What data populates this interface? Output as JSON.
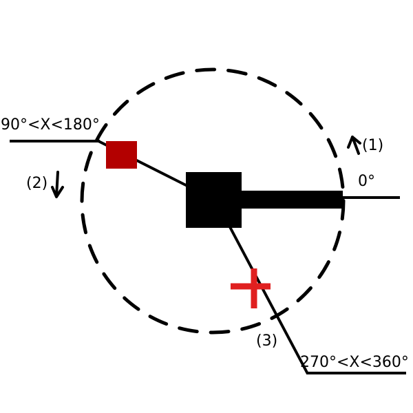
{
  "labels": {
    "zero_angle": "0°",
    "range_upper_left": "90°<X<180°",
    "range_lower_right": "270°<X<360°",
    "step_1": "(1)",
    "step_2": "(2)",
    "step_3": "(3)"
  },
  "colors": {
    "stroke": "#000000",
    "marker_square": "#b30000",
    "marker_plus": "#e02020",
    "background": "#ffffff"
  }
}
